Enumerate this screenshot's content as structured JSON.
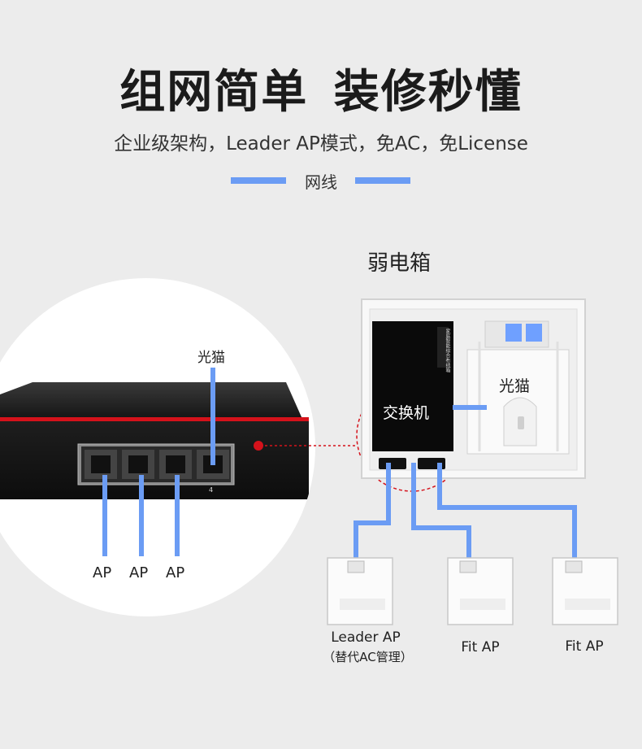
{
  "header": {
    "title": "组网简单  装修秒懂",
    "subtitle": "企业级架构，Leader AP模式，免AC，免License"
  },
  "legend": {
    "label": "网线",
    "color": "#6b9cf4"
  },
  "cabinet": {
    "title": "弱电箱",
    "switch_label": "交换机",
    "modem_label": "光猫",
    "panel_text": "家庭智能综合布线箱"
  },
  "switch_closeup": {
    "port_up_label": "光猫",
    "port_number": "4",
    "ap_labels": [
      "AP",
      "AP",
      "AP"
    ]
  },
  "access_points": [
    {
      "label_line1": "Leader AP",
      "label_line2": "（替代AC管理）"
    },
    {
      "label_line1": "Fit AP",
      "label_line2": ""
    },
    {
      "label_line1": "Fit AP",
      "label_line2": ""
    }
  ],
  "colors": {
    "accent_red": "#d5121b",
    "cable_blue": "#6b9cf4",
    "background": "#ececec"
  }
}
